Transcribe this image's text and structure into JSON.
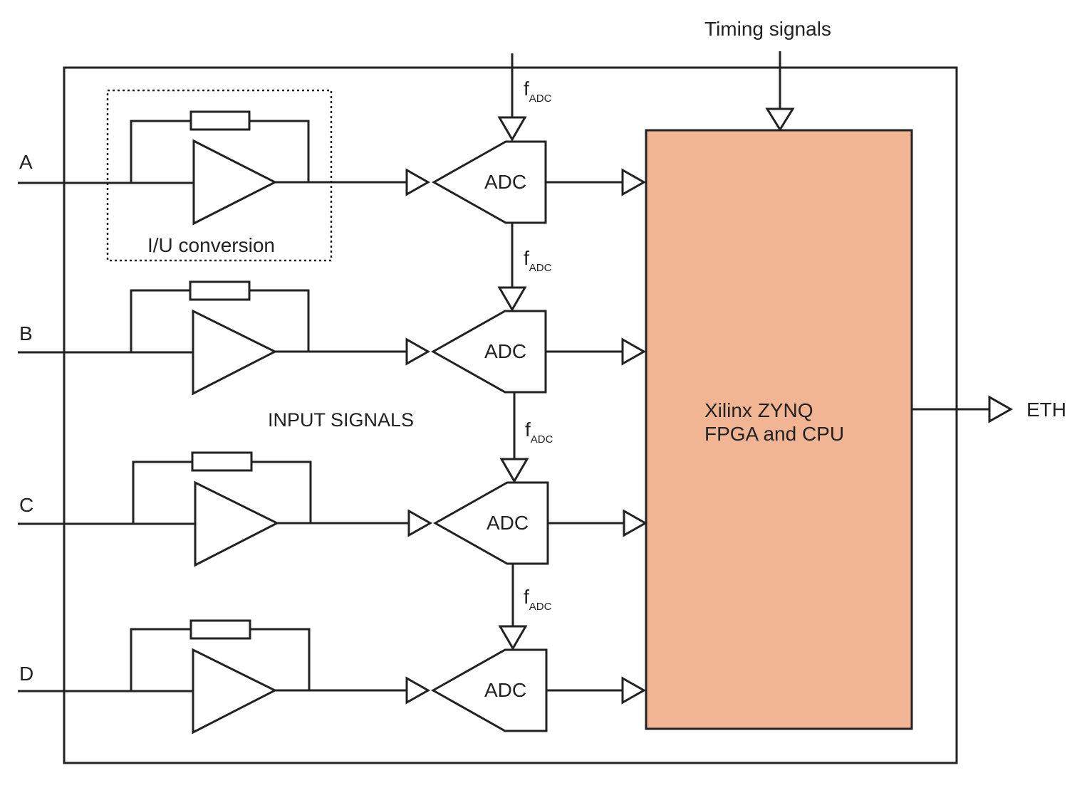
{
  "timing_label": "Timing signals",
  "inputs": [
    {
      "label": "A"
    },
    {
      "label": "B"
    },
    {
      "label": "C"
    },
    {
      "label": "D"
    }
  ],
  "adc_label": "ADC",
  "clock_label": {
    "main": "f",
    "sub": "ADC"
  },
  "iu_label": "I/U conversion",
  "input_signals_label": "INPUT SIGNALS",
  "fpga": {
    "line1": "Xilinx ZYNQ",
    "line2": "FPGA and CPU",
    "fill": "#f2b593"
  },
  "output_label": "ETH"
}
